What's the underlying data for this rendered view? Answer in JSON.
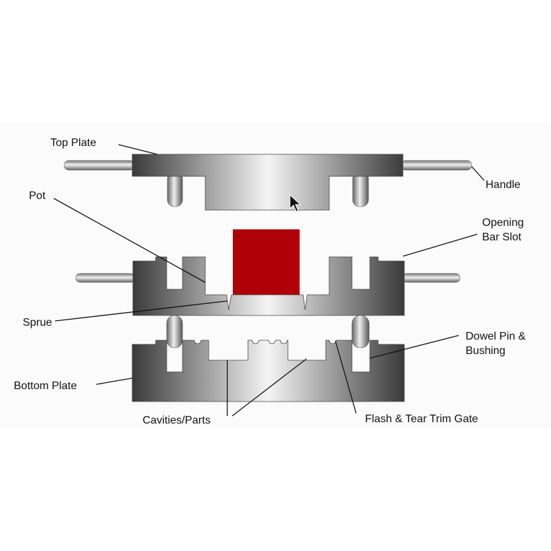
{
  "labels": {
    "top_plate": "Top Plate",
    "handle": "Handle",
    "pot": "Pot",
    "opening_bar_slot_1": "Opening",
    "opening_bar_slot_2": "Bar Slot",
    "sprue": "Sprue",
    "dowel_pin_1": "Dowel Pin &",
    "dowel_pin_2": "Bushing",
    "bottom_plate": "Bottom Plate",
    "cavities": "Cavities/Parts",
    "flash_gate": "Flash & Tear Trim Gate"
  },
  "colors": {
    "charge": "#b00008",
    "plate_dark": "#3a3a3a",
    "plate_light": "#f4f4f4"
  }
}
